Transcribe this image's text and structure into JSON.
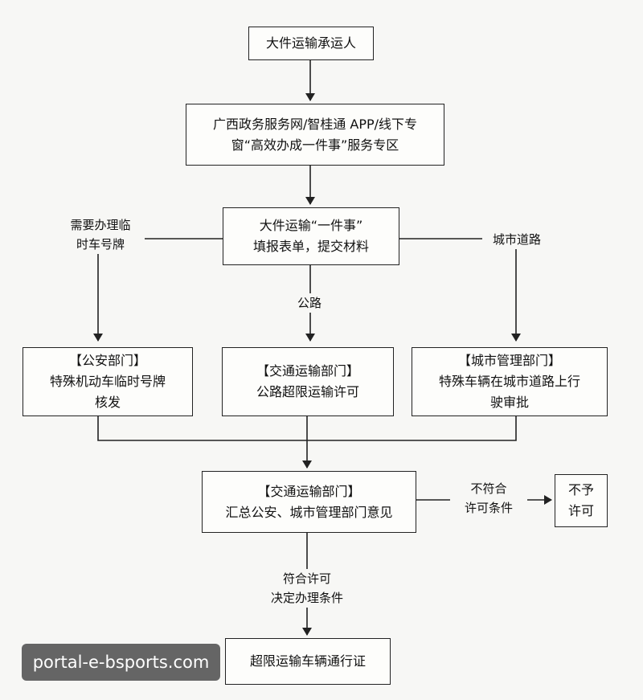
{
  "nodes": {
    "carrier": "大件运输承运人",
    "portal_line1": "广西政务服务网/智桂通 APP/线下专",
    "portal_line2": "窗“高效办成一件事”服务专区",
    "form_line1": "大件运输“一件事”",
    "form_line2": "填报表单，提交材料",
    "police_title": "【公安部门】",
    "police_line1": "特殊机动车临时号牌",
    "police_line2": "核发",
    "transport_title": "【交通运输部门】",
    "transport_line1": "公路超限运输许可",
    "urban_title": "【城市管理部门】",
    "urban_line1": "特殊车辆在城市道路上行",
    "urban_line2": "驶审批",
    "summary_title": "【交通运输部门】",
    "summary_line1": "汇总公安、城市管理部门意见",
    "reject_line1": "不予",
    "reject_line2": "许可",
    "permit": "超限运输车辆通行证"
  },
  "edge_labels": {
    "plate_line1": "需要办理临",
    "plate_line2": "时车号牌",
    "urban_road": "城市道路",
    "highway": "公路",
    "fail_line1": "不符合",
    "fail_line2": "许可条件",
    "pass_line1": "符合许可",
    "pass_line2": "决定办理条件"
  },
  "watermark": "portal-e-bsports.com"
}
